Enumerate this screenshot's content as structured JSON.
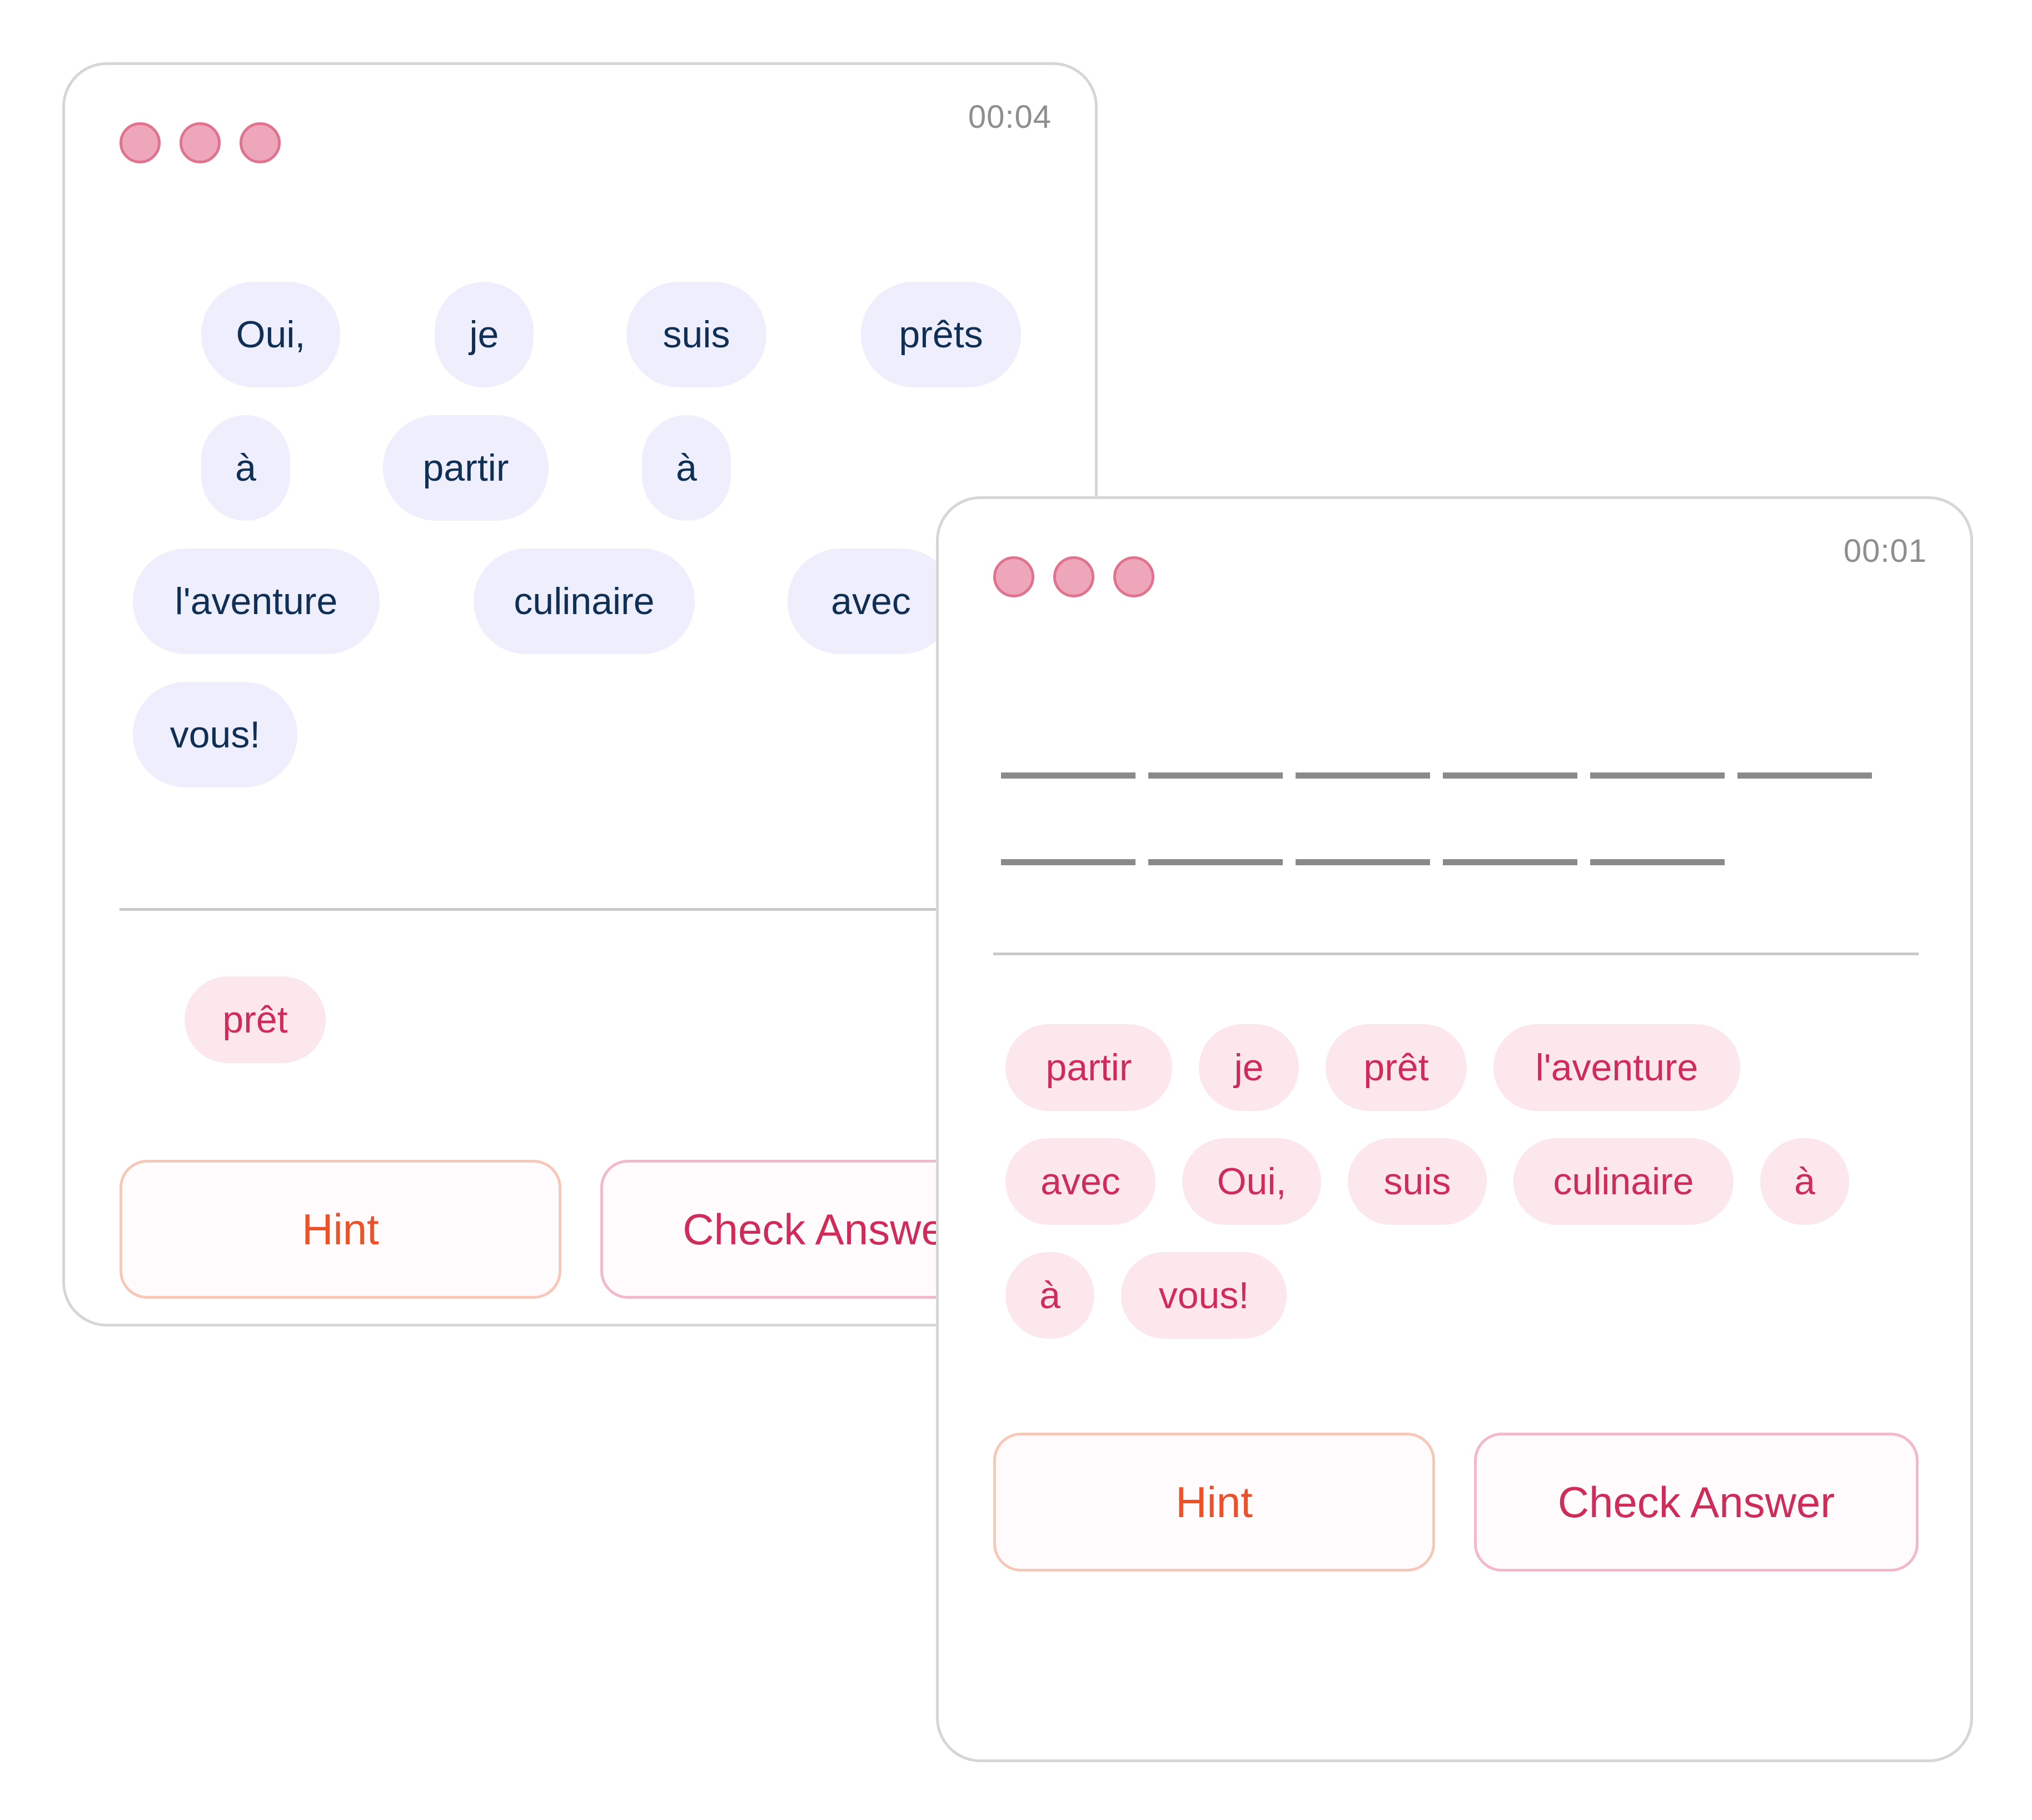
{
  "colors": {
    "bubble_bg": "#eeeefd",
    "bubble_text": "#0f2f55",
    "chip_bg": "#fbe7ec",
    "chip_text": "#cf2c5a",
    "hint_text": "#e9522b",
    "dot_fill": "#eea7ba",
    "timer_text": "#8e8e8e"
  },
  "back_window": {
    "timer": "00:04",
    "answer_words": [
      "Oui,",
      "je",
      "suis",
      "prêts",
      "à",
      "partir",
      "à",
      "l'aventure",
      "culinaire",
      "avec",
      "vous!"
    ],
    "bank_words": [
      "prêt"
    ],
    "hint_label": "Hint",
    "check_label": "Check Answer"
  },
  "front_window": {
    "timer": "00:01",
    "blank_count": 11,
    "bank_words": [
      "partir",
      "je",
      "prêt",
      "l'aventure",
      "avec",
      "Oui,",
      "suis",
      "culinaire",
      "à",
      "à",
      "vous!"
    ],
    "hint_label": "Hint",
    "check_label": "Check Answer"
  }
}
